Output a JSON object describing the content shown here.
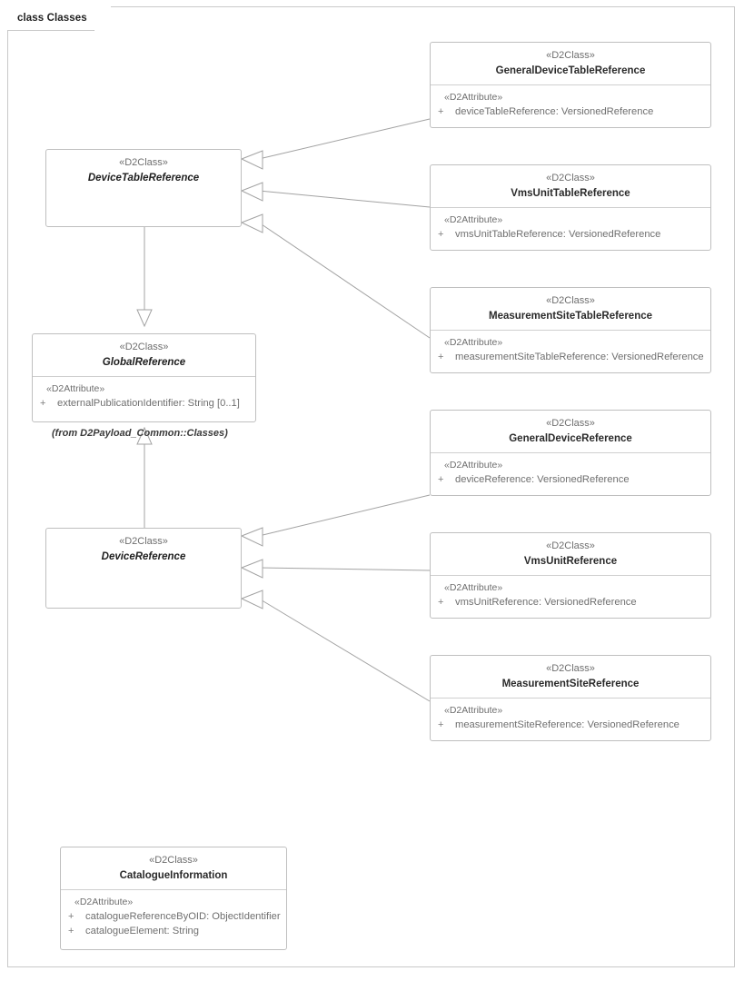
{
  "diagram": {
    "frame_label": "class Classes",
    "stereotype_class": "«D2Class»",
    "stereotype_attribute": "«D2Attribute»",
    "visibility_public": "+",
    "colors": {
      "frame_border": "#c9c9c9",
      "box_border": "#bfbfbf",
      "connector": "#9a9a9a",
      "class_name_text": "#2a2a2a",
      "attribute_text": "#6f6f6f",
      "stereotype_text": "#6e6e6e"
    },
    "package_note": "(from D2Payload_Common::Classes)"
  },
  "classes": {
    "device_table_reference": {
      "stereotype": "«D2Class»",
      "name": "DeviceTableReference",
      "abstract": true
    },
    "global_reference": {
      "stereotype": "«D2Class»",
      "name": "GlobalReference",
      "abstract": true,
      "attribute_stereotype": "«D2Attribute»",
      "attributes": [
        {
          "visibility": "+",
          "text": "externalPublicationIdentifier: String [0..1]"
        }
      ]
    },
    "device_reference": {
      "stereotype": "«D2Class»",
      "name": "DeviceReference",
      "abstract": true
    },
    "general_device_table_reference": {
      "stereotype": "«D2Class»",
      "name": "GeneralDeviceTableReference",
      "abstract": false,
      "attribute_stereotype": "«D2Attribute»",
      "attributes": [
        {
          "visibility": "+",
          "text": "deviceTableReference: VersionedReference"
        }
      ]
    },
    "vms_unit_table_reference": {
      "stereotype": "«D2Class»",
      "name": "VmsUnitTableReference",
      "abstract": false,
      "attribute_stereotype": "«D2Attribute»",
      "attributes": [
        {
          "visibility": "+",
          "text": "vmsUnitTableReference: VersionedReference"
        }
      ]
    },
    "measurement_site_table_reference": {
      "stereotype": "«D2Class»",
      "name": "MeasurementSiteTableReference",
      "abstract": false,
      "attribute_stereotype": "«D2Attribute»",
      "attributes": [
        {
          "visibility": "+",
          "text": "measurementSiteTableReference: VersionedReference"
        }
      ]
    },
    "general_device_reference": {
      "stereotype": "«D2Class»",
      "name": "GeneralDeviceReference",
      "abstract": false,
      "attribute_stereotype": "«D2Attribute»",
      "attributes": [
        {
          "visibility": "+",
          "text": "deviceReference: VersionedReference"
        }
      ]
    },
    "vms_unit_reference": {
      "stereotype": "«D2Class»",
      "name": "VmsUnitReference",
      "abstract": false,
      "attribute_stereotype": "«D2Attribute»",
      "attributes": [
        {
          "visibility": "+",
          "text": "vmsUnitReference: VersionedReference"
        }
      ]
    },
    "measurement_site_reference": {
      "stereotype": "«D2Class»",
      "name": "MeasurementSiteReference",
      "abstract": false,
      "attribute_stereotype": "«D2Attribute»",
      "attributes": [
        {
          "visibility": "+",
          "text": "measurementSiteReference: VersionedReference"
        }
      ]
    },
    "catalogue_information": {
      "stereotype": "«D2Class»",
      "name": "CatalogueInformation",
      "abstract": false,
      "attribute_stereotype": "«D2Attribute»",
      "attributes": [
        {
          "visibility": "+",
          "text": "catalogueReferenceByOID: ObjectIdentifier"
        },
        {
          "visibility": "+",
          "text": "catalogueElement: String"
        }
      ]
    }
  }
}
